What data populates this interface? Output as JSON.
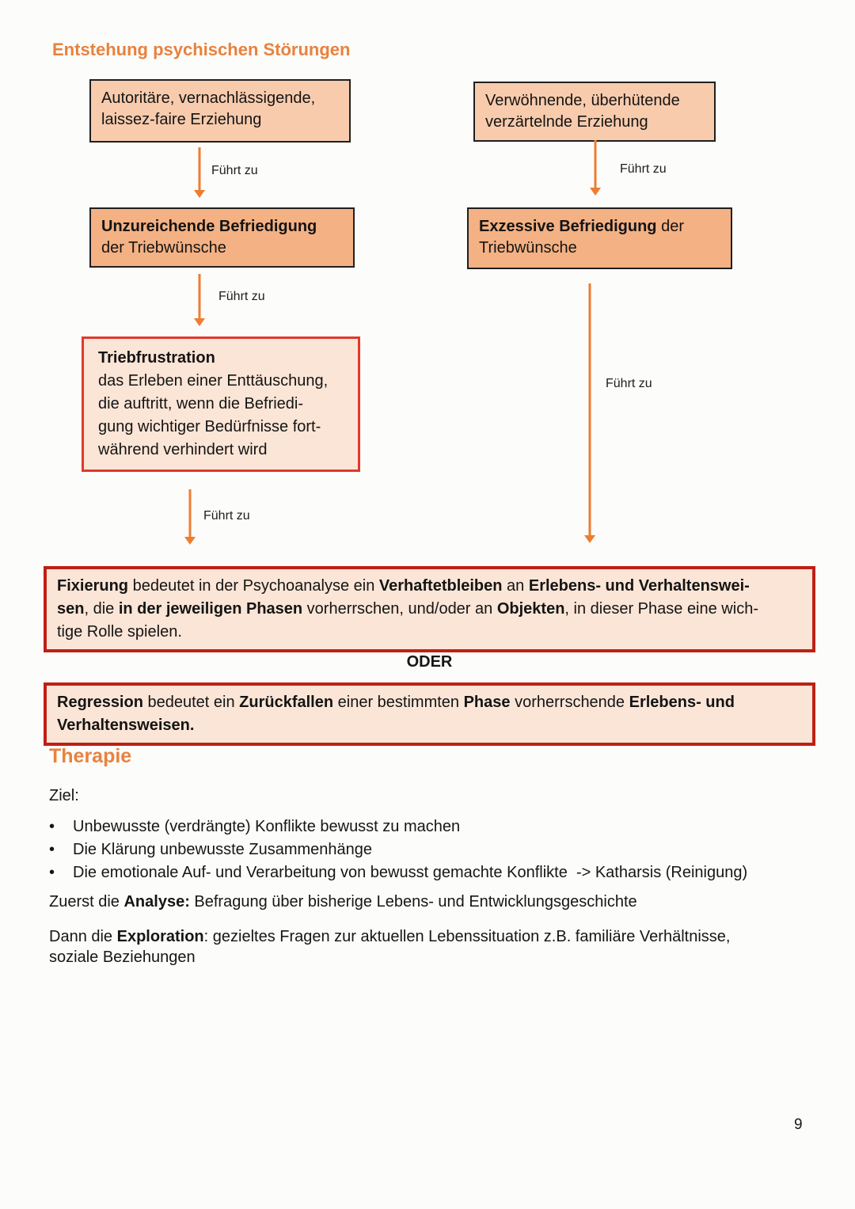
{
  "page": {
    "background": "#FCFCFA",
    "number": "9"
  },
  "colors": {
    "heading_orange": "#E8823E",
    "arrow_orange": "#ED7D31",
    "box_fill_light": "#F8CBAD",
    "box_fill_mid": "#F4B183",
    "box_fill_pale": "#FBE5D6",
    "box_border_black": "#1F1F1F",
    "border_red_bright": "#E0392B",
    "border_red_dark": "#BE2015"
  },
  "heading": "Entstehung psychischen Störungen",
  "flow": {
    "arrow_label": "Führt zu",
    "box_parenting_left": "Autoritäre, vernachlässigende,\nlaissez-faire Erziehung",
    "box_parenting_right": "Verwöhnende, überhütende\nverzärtelnde Erziehung",
    "box_insufficient": [
      {
        "t": "Unzureichende Befriedigung",
        "b": true
      },
      {
        "t": "\nder Triebwünsche"
      }
    ],
    "box_excessive": [
      {
        "t": "Exzessive Befriedigung",
        "b": true
      },
      {
        "t": " der\nTriebwünsche"
      }
    ],
    "box_frustration": [
      {
        "t": "Triebfrustration",
        "b": true
      },
      {
        "t": "\ndas Erleben einer Enttäuschung,\ndie auftritt, wenn die Befriedi-\ngung wichtiger Bedürfnisse fort-\nwährend verhindert wird"
      }
    ]
  },
  "definitions": {
    "fixierung": [
      {
        "t": "Fixierung",
        "b": true
      },
      {
        "t": " bedeutet in der Psychoanalyse ein "
      },
      {
        "t": "Verhaftetbleiben",
        "b": true
      },
      {
        "t": " an "
      },
      {
        "t": "Erlebens- und Verhaltenswei-\nsen",
        "b": true
      },
      {
        "t": ", die "
      },
      {
        "t": "in der jeweiligen Phasen",
        "b": true
      },
      {
        "t": " vorherrschen, und/oder an "
      },
      {
        "t": "Objekten",
        "b": true
      },
      {
        "t": ", in dieser Phase eine wich-\ntige Rolle spielen."
      }
    ],
    "oder": "ODER",
    "regression": [
      {
        "t": "Regression",
        "b": true
      },
      {
        "t": " bedeutet ein "
      },
      {
        "t": "Zurückfallen",
        "b": true
      },
      {
        "t": " einer bestimmten "
      },
      {
        "t": "Phase",
        "b": true
      },
      {
        "t": " vorherrschende "
      },
      {
        "t": "Erlebens- und\nVerhaltensweisen.",
        "b": true
      }
    ]
  },
  "therapy": {
    "heading": "Therapie",
    "goal_label": "Ziel:",
    "bullet": "•",
    "bullets": [
      "Unbewusste (verdrängte) Konflikte bewusst zu machen",
      "Die Klärung unbewusste Zusammenhänge",
      "Die emotionale Auf- und Verarbeitung von bewusst gemachte Konflikte  -> Katharsis (Reinigung)"
    ],
    "analyse": [
      {
        "t": "Zuerst die "
      },
      {
        "t": "Analyse:",
        "b": true
      },
      {
        "t": " Befragung über bisherige Lebens- und Entwicklungsgeschichte"
      }
    ],
    "exploration": [
      {
        "t": "Dann die "
      },
      {
        "t": "Exploration",
        "b": true
      },
      {
        "t": ": gezieltes Fragen zur aktuellen Lebenssituation z.B. familiäre Verhältnisse,\nsoziale Beziehungen"
      }
    ]
  }
}
